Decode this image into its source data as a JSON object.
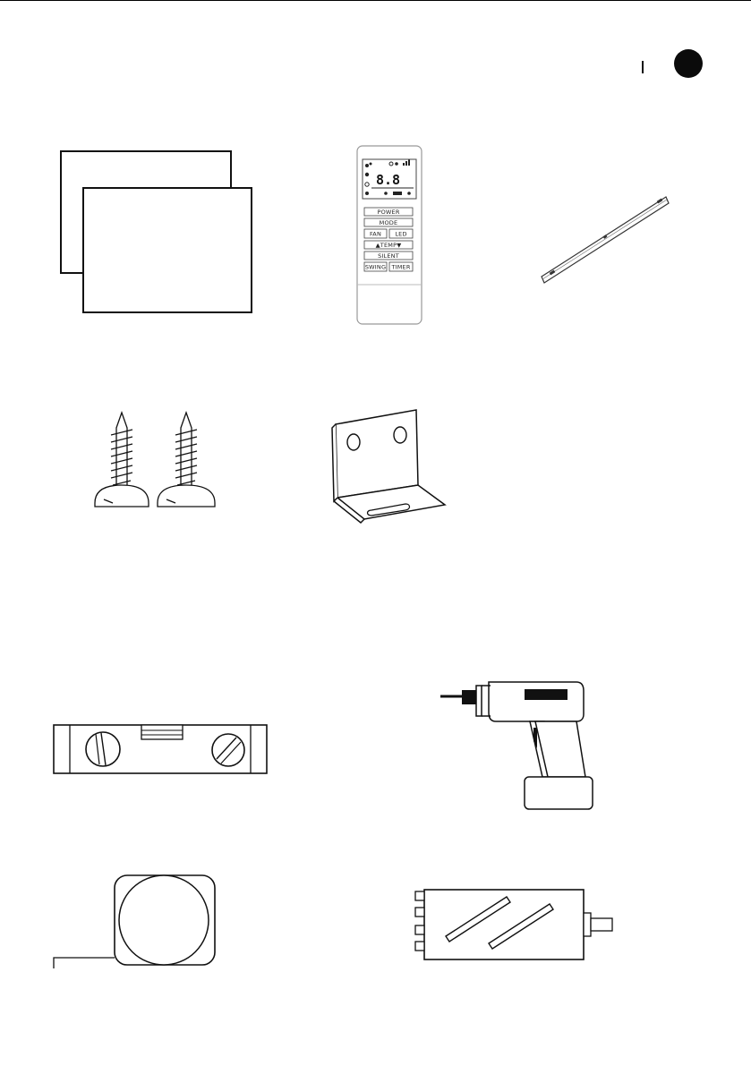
{
  "remote": {
    "lcd": "8.8",
    "buttons": {
      "power": "POWER",
      "mode": "MODE",
      "fan": "FAN",
      "led": "LED",
      "temp": "▲TEMP▼",
      "silent": "SILENT",
      "swing": "SWING",
      "timer": "TIMER"
    }
  },
  "icons": {
    "manuals": "manual-sheets-icon",
    "remote": "remote-control-icon",
    "bar": "mounting-bar-icon",
    "screws": "screws-icon",
    "bracket": "l-bracket-icon",
    "level": "spirit-level-icon",
    "drill": "power-drill-icon",
    "tape": "tape-measure-icon",
    "stud_finder": "stud-finder-icon"
  }
}
